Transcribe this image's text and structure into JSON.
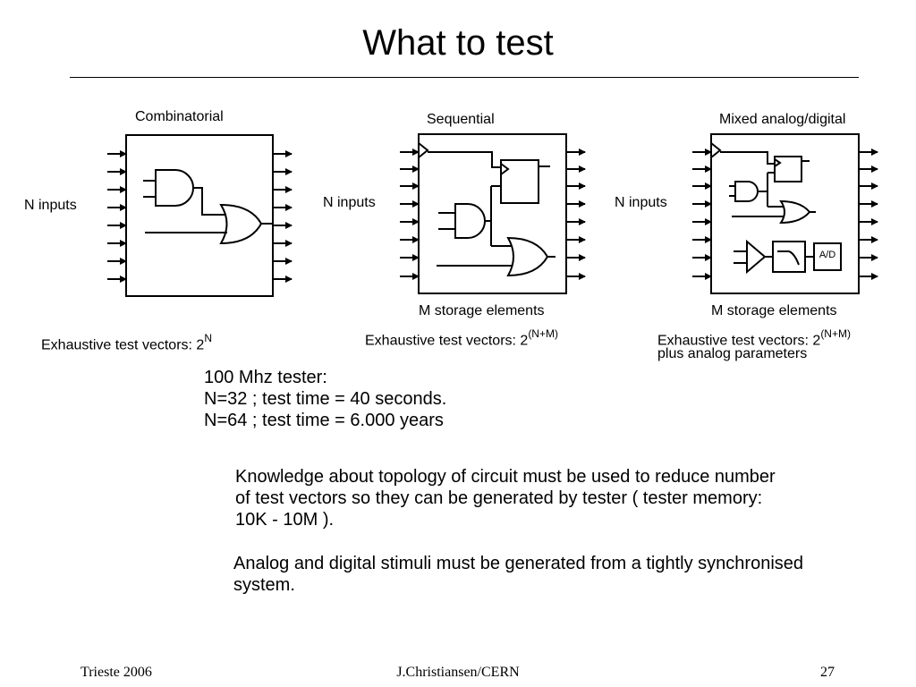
{
  "slide": {
    "title": "What to test"
  },
  "diagrams": {
    "combinatorial": {
      "label": "Combinatorial",
      "inputs_label": "N inputs",
      "vectors_prefix": "Exhaustive test vectors: 2",
      "vectors_exp": "N"
    },
    "sequential": {
      "label": "Sequential",
      "inputs_label": "N inputs",
      "storage_label": "M storage elements",
      "vectors_prefix": "Exhaustive test vectors: 2",
      "vectors_exp": "(N+M)"
    },
    "mixed": {
      "label": "Mixed analog/digital",
      "inputs_label": "N inputs",
      "storage_label": "M storage elements",
      "vectors_prefix": "Exhaustive test vectors: 2",
      "vectors_exp": "(N+M)",
      "vectors_extra": "plus analog parameters",
      "adc_label": "A/D"
    }
  },
  "tester": {
    "lines": [
      "100 Mhz tester:",
      "N=32 ; test time = 40 seconds.",
      "N=64 ; test time = 6.000 years"
    ]
  },
  "notes": {
    "topology": "Knowledge about topology of circuit must be used to reduce number of test vectors so they can be generated by tester ( tester memory: 10K - 10M ).",
    "stimuli": "Analog and digital stimuli must be generated from a tightly synchronised system."
  },
  "footer": {
    "left": "Trieste 2006",
    "center": "J.Christiansen/CERN",
    "page": "27"
  }
}
